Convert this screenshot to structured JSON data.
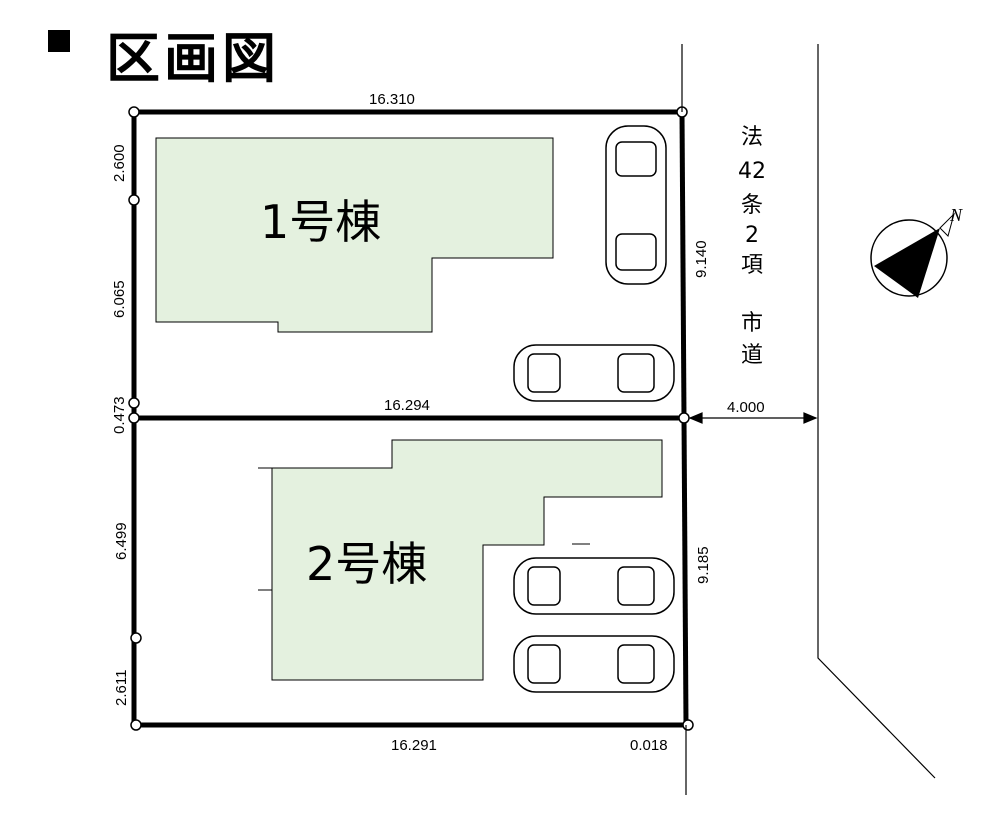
{
  "title": "区画図",
  "buildings": [
    {
      "label": "1号棟"
    },
    {
      "label": "2号棟"
    }
  ],
  "dimensions": {
    "top": "16.310",
    "middle": "16.294",
    "bottom": "16.291",
    "corner_bottom": "0.018",
    "lot1_right": "9.140",
    "lot2_right": "9.185",
    "left_1": "2.600",
    "left_2": "6.065",
    "left_3": "0.473",
    "left_4": "6.499",
    "left_5": "2.611",
    "road_width": "4.000"
  },
  "road": {
    "line1": "法",
    "line2": "42",
    "line3": "条",
    "line4": "2",
    "line5": "項",
    "line6": "市",
    "line7": "道"
  },
  "north": "N",
  "colors": {
    "building_fill": "#e4f1df",
    "line": "#000000"
  }
}
